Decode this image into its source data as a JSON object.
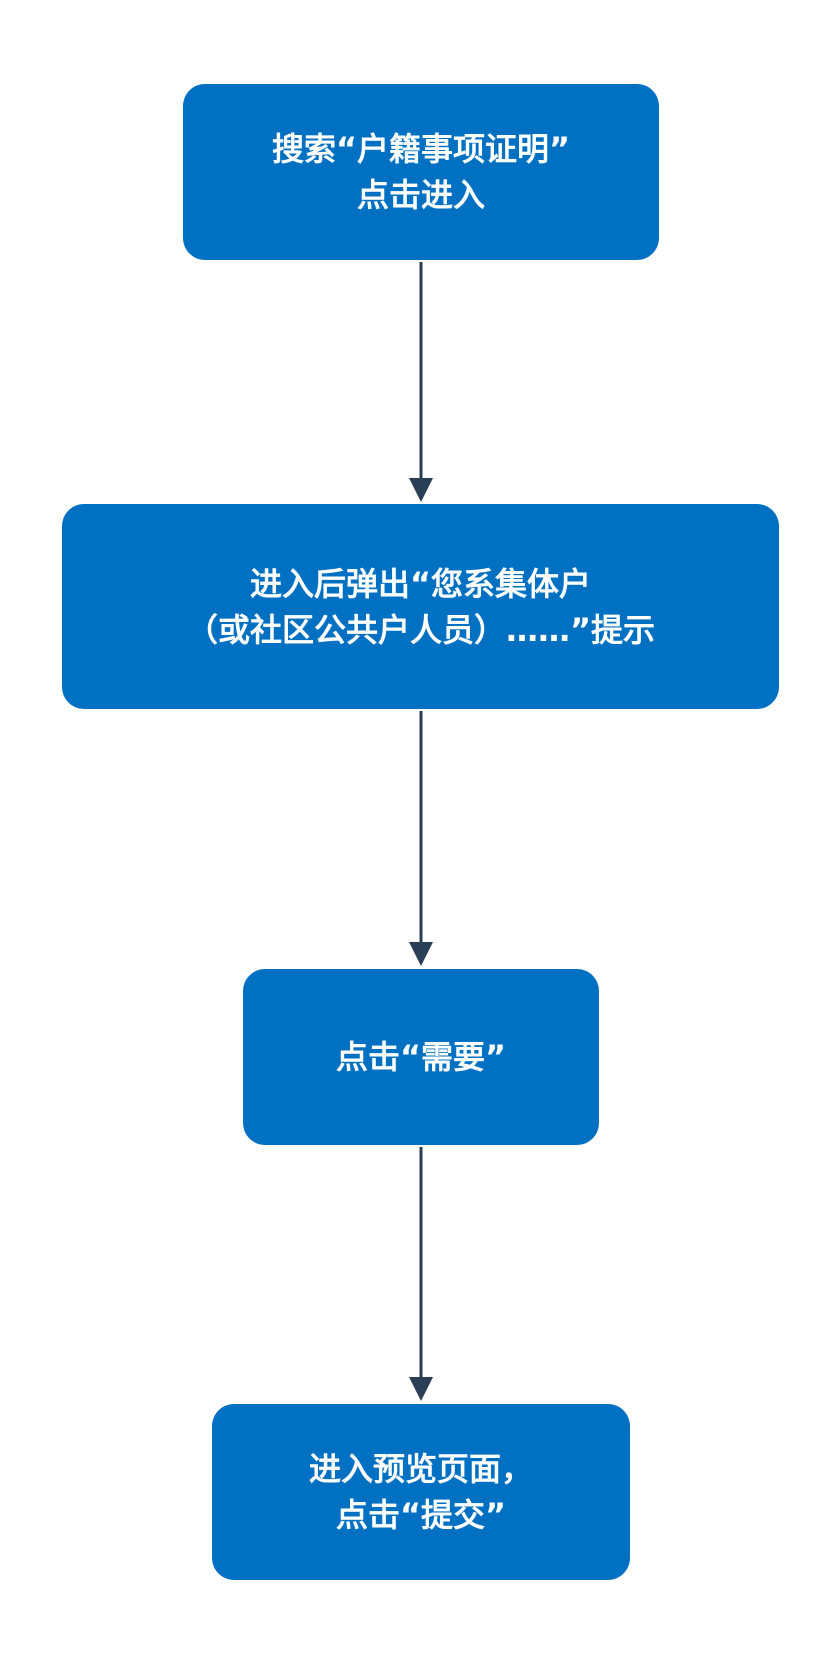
{
  "colors": {
    "box_fill": "#0071C2",
    "box_text": "#FFFFFF",
    "arrow": "#2A3F55",
    "background": "#FFFFFF"
  },
  "steps": [
    {
      "lines": [
        "搜索“户籍事项证明”",
        "点击进入"
      ]
    },
    {
      "lines": [
        "进入后弹出“您系集体户",
        "（或社区公共户人员）……”提示"
      ]
    },
    {
      "lines": [
        "点击“需要”"
      ]
    },
    {
      "lines": [
        "进入预览页面，",
        "点击“提交”"
      ]
    }
  ]
}
